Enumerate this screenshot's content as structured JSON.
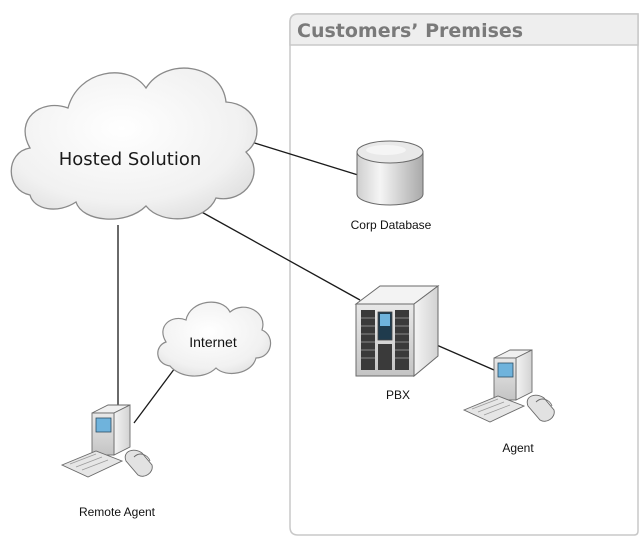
{
  "premises": {
    "title": "Customers’ Premises"
  },
  "clouds": {
    "hosted": {
      "label": "Hosted Solution"
    },
    "internet": {
      "label": "Internet"
    }
  },
  "nodes": {
    "database": {
      "label": "Corp Database",
      "icon": "database-icon"
    },
    "pbx": {
      "label": "PBX",
      "icon": "server-icon"
    },
    "agent": {
      "label": "Agent",
      "icon": "workstation-icon"
    },
    "remote_agent": {
      "label": "Remote Agent",
      "icon": "workstation-icon"
    }
  },
  "colors": {
    "panel_border": "#c8c8c8",
    "panel_header": "#eeeeee",
    "connector": "#1a1a1a",
    "cloud_fill": "#f0f0f0",
    "device_gray": "#d9d9d9",
    "screen_blue": "#6fb3dc"
  }
}
